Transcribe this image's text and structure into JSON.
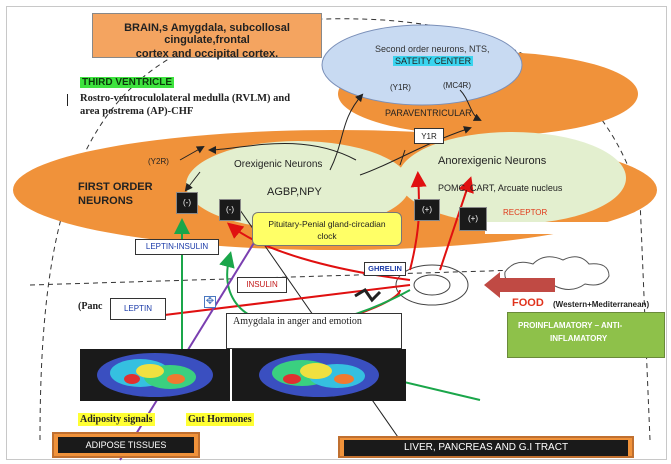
{
  "brain_box": {
    "line1": "BRAIN,s Amygdala, subcollosal cingulate,frontal",
    "line2": "cortex and occipital cortex."
  },
  "satiety": {
    "line1": "Second order neurons, NTS,",
    "center_label": "SATEITY CENTER",
    "y1r": "(Y1R)",
    "mc4r": "(MC4R)",
    "paraventricular": "PARAVENTRICULAR"
  },
  "third_ventricle": {
    "label": "THIRD VENTRICLE",
    "line1": "Rostro-ventroculolateral medulla (RVLM) and",
    "line2": "area postrema (AP)-CHF"
  },
  "y1r_box": "Y1R",
  "y2r": "(Y2R)",
  "orexigenic": {
    "title": "Orexigenic   Neurons",
    "sub": "AGBP,NPY"
  },
  "anorexigenic": {
    "title": "Anorexigenic Neurons",
    "sub": "POMC, CART, Arcuate nucleus",
    "receptor": "RECEPTOR"
  },
  "first_order": {
    "line1": "FIRST ORDER",
    "line2": "NEURONS"
  },
  "signs": {
    "minus1": "(-)",
    "minus2": "(-)",
    "plus1": "(+)",
    "plus2": "(+)"
  },
  "pituitary": {
    "line1": "Pituitary-Penial gland-circadian",
    "line2": "clock"
  },
  "leptin_insulin": "LEPTIN-INSULIN",
  "ghrelin": "GHRELIN",
  "insulin": "INSULIN",
  "leptin": "LEPTIN",
  "panc_partial": "(Panc",
  "food": {
    "title": "FOOD",
    "sub": "(Western+Mediterranean)"
  },
  "proinflam": {
    "line1": "PROINFLAMATORY – ANTI-",
    "line2": "INFLAMATORY"
  },
  "amygdala_note": "Amygdala in anger and emotion",
  "adiposity": "Adiposity signals",
  "gut": "Gut Hormones",
  "adipose_tissues": "ADIPOSE TISSUES",
  "liver": "LIVER, PANCREAS AND G.I TRACT",
  "colors": {
    "orange": "#f0923a",
    "green_ellipse": "#e3efcf",
    "blue_ellipse": "#c8daf2",
    "yellow": "#ffff66",
    "brain_box": "#f4a460",
    "food_text": "#e0321c",
    "proinflam_bg": "#8ec14a",
    "dark_box": "#1a1a1a",
    "arrow_red": "#e01010",
    "arrow_green": "#1aa64a",
    "arrow_purple": "#7a3fb0"
  }
}
